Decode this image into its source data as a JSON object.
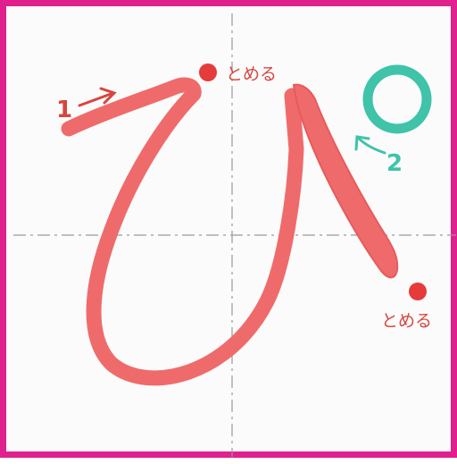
{
  "colors": {
    "frame": "#e0208c",
    "stroke": "#ef6b6b",
    "stroke_outline": "#e85a5a",
    "stop_dot": "#e53b3b",
    "label_red": "#d8453e",
    "dakuten": "#3fc3a9",
    "guide_line": "#9a9a9a"
  },
  "stroke_1": {
    "number": "1",
    "stop_label": "とめる"
  },
  "stroke_2": {
    "number": "2",
    "stop_label": "とめる"
  },
  "handakuten": {
    "icon": "circle-mark-icon"
  }
}
